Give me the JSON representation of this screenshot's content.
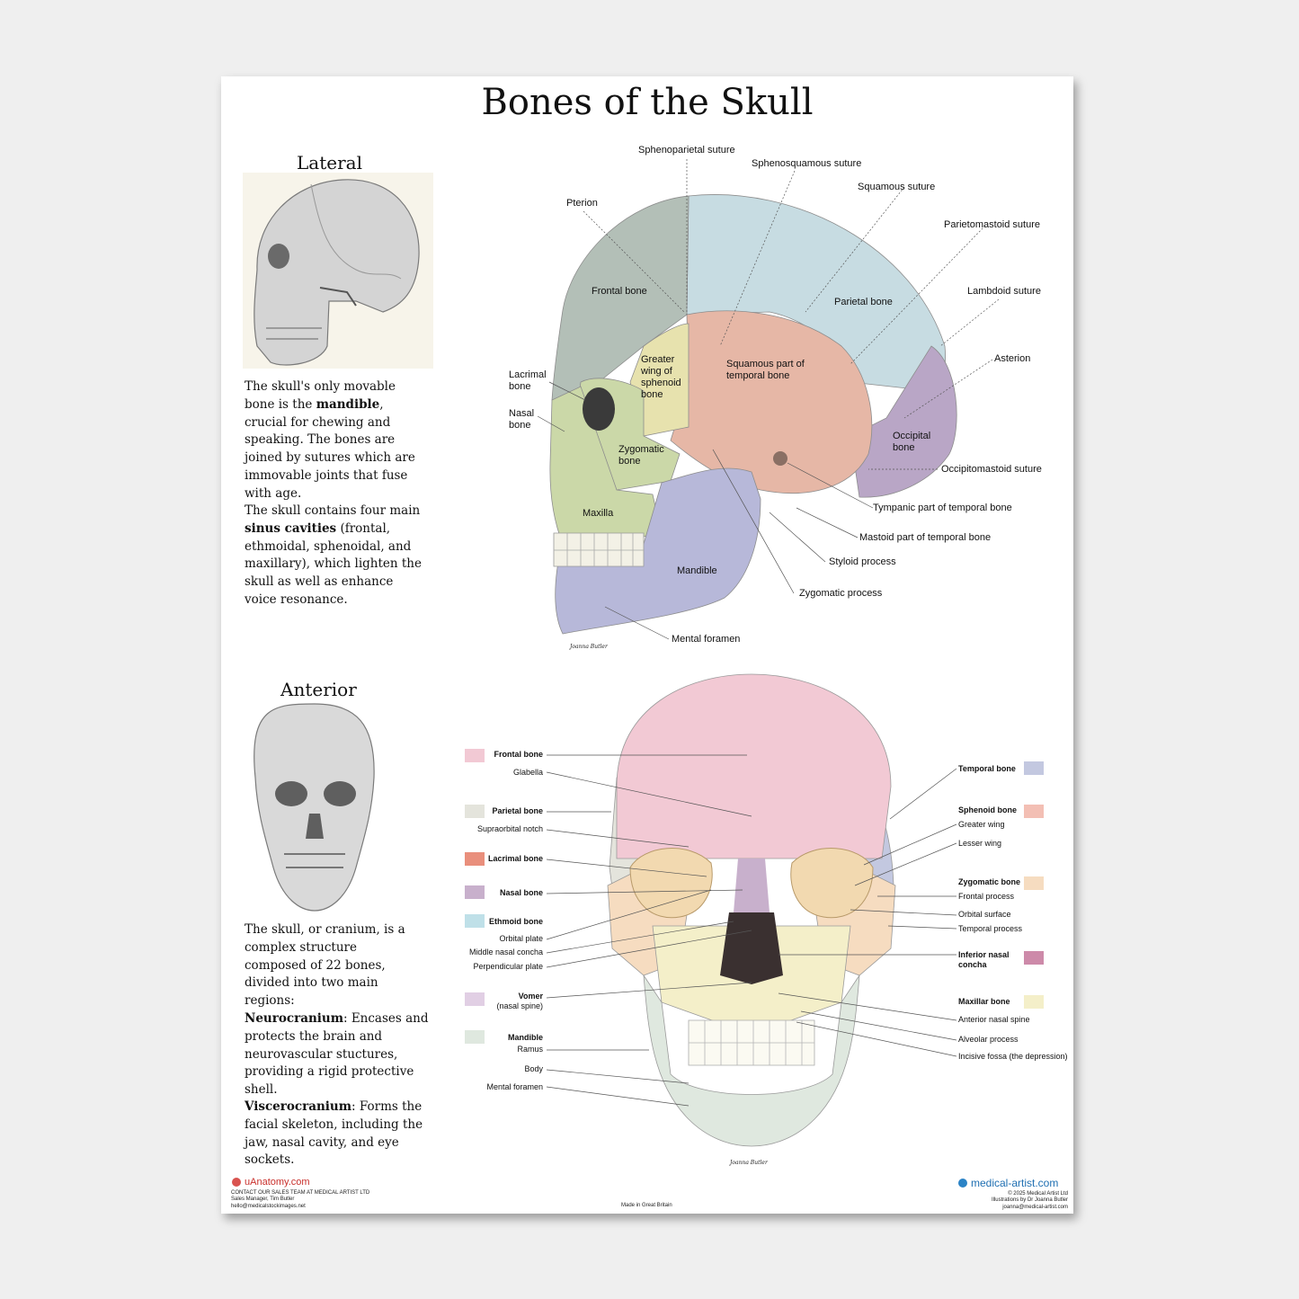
{
  "poster": {
    "title": "Bones of the Skull",
    "lateral_heading": "Lateral",
    "anterior_heading": "Anterior"
  },
  "lateral_text": {
    "p1_a": "The skull's only movable bone is the ",
    "p1_b": "mandible",
    "p1_c": ", crucial for chewing and speaking. The bones are joined by sutures which are immovable joints that fuse with age.",
    "p2_a": "The skull contains four main ",
    "p2_b": "sinus cavities",
    "p2_c": " (frontal, ethmoidal, sphenoidal, and maxillary), which lighten the skull as well as enhance voice resonance."
  },
  "anterior_text": {
    "p1": "The skull, or cranium, is a complex structure composed of 22 bones, divided into two main regions:",
    "p2_b": "Neurocranium",
    "p2_c": ": Encases and protects the brain and neurovascular stuctures, providing a rigid protective shell.",
    "p3_b": "Viscerocranium",
    "p3_c": ": Forms the facial skeleton, including the jaw, nasal cavity, and eye sockets."
  },
  "lateral_labels": {
    "sphenoparietal": "Sphenoparietal suture",
    "sphenosquamous": "Sphenosquamous suture",
    "squamous": "Squamous suture",
    "parietomastoid": "Parietomastoid suture",
    "pterion": "Pterion",
    "frontal": "Frontal bone",
    "parietal": "Parietal bone",
    "lambdoid": "Lambdoid suture",
    "asterion": "Asterion",
    "lacrimal": "Lacrimal bone",
    "nasal": "Nasal bone",
    "greater_wing": "Greater wing of sphenoid bone",
    "squamous_part": "Squamous part of temporal bone",
    "zygomatic": "Zygomatic bone",
    "occipital": "Occipital bone",
    "occipitomastoid": "Occipitomastoid suture",
    "maxilla": "Maxilla",
    "tympanic": "Tympanic part of temporal bone",
    "mastoid": "Mastoid part of temporal bone",
    "styloid": "Styloid process",
    "mandible": "Mandible",
    "zygomatic_process": "Zygomatic process",
    "mental_foramen": "Mental foramen"
  },
  "anterior_labels": {
    "frontal": "Frontal bone",
    "glabella": "Glabella",
    "parietal": "Parietal bone",
    "supraorbital": "Supraorbital notch",
    "lacrimal": "Lacrimal bone",
    "nasal": "Nasal bone",
    "ethmoid": "Ethmoid bone",
    "orbital_plate": "Orbital plate",
    "middle_concha": "Middle nasal concha",
    "perpendicular": "Perpendicular plate",
    "vomer": "Vomer",
    "vomer_sub": "(nasal spine)",
    "mandible": "Mandible",
    "ramus": "Ramus",
    "body": "Body",
    "mental_foramen": "Mental foramen",
    "temporal": "Temporal bone",
    "sphenoid": "Sphenoid bone",
    "greater_wing": "Greater wing",
    "lesser_wing": "Lesser wing",
    "zygomatic": "Zygomatic bone",
    "frontal_process": "Frontal process",
    "orbital_surface": "Orbital surface",
    "temporal_process": "Temporal process",
    "inferior_concha": "Inferior nasal concha",
    "maxillar": "Maxillar bone",
    "anterior_spine": "Anterior nasal spine",
    "alveolar": "Alveolar process",
    "incisive": "Incisive fossa (the depression)"
  },
  "footer": {
    "brand_left": "uAnatomy.com",
    "contact1": "CONTACT OUR SALES TEAM AT MEDICAL ARTIST LTD",
    "contact2": "Sales Manager, Tim Butler",
    "contact3": "hello@medicalstockimages.net",
    "made_in": "Made in Great Britain",
    "brand_right": "medical-artist.com",
    "copy1": "© 2025 Medical Artist Ltd",
    "copy2": "Illustrations by Dr Joanna Butler",
    "copy3": "joanna@medical-artist.com",
    "signature": "Joanna Butler"
  },
  "colors": {
    "frontal_lateral": "#b3bfb7",
    "parietal_lateral": "#c7dce2",
    "temporal_lateral": "#e6b7a6",
    "occipital_lateral": "#b9a6c6",
    "sphenoid_lateral": "#e7e2ae",
    "zygomatic_lateral": "#cbd8a8",
    "mandible_lateral": "#b7b8d9",
    "frontal_swatch": "#f2c9d4",
    "parietal_swatch": "#e4e4dc",
    "lacrimal_swatch": "#e98f7c",
    "nasal_swatch": "#c8b0cc",
    "ethmoid_swatch": "#bfe0e8",
    "vomer_swatch": "#e1cfe4",
    "mandible_swatch": "#dfe8df",
    "temporal_swatch": "#c3c8e0",
    "sphenoid_swatch": "#f3bfb4",
    "zygomatic_swatch": "#f6dcc0",
    "inferior_concha_swatch": "#cd8aa9",
    "maxillar_swatch": "#f4efc9"
  }
}
